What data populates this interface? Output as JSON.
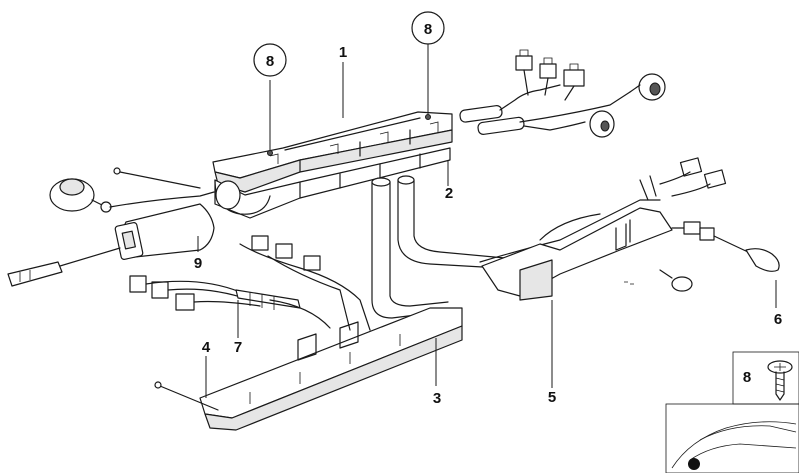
{
  "callouts": {
    "c1": "1",
    "c2": "2",
    "c3": "3",
    "c4": "4",
    "c5": "5",
    "c6": "6",
    "c7": "7",
    "c8a": "8",
    "c8b": "8",
    "c8c": "8",
    "c9": "9"
  },
  "colors": {
    "line": "#1a1a1a",
    "shade": "#e6e6e6"
  }
}
